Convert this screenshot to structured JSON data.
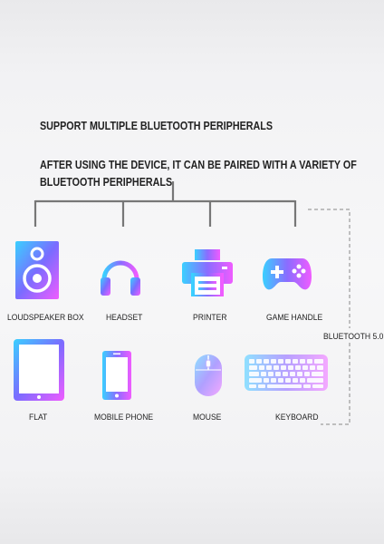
{
  "heading": "SUPPORT MULTIPLE BLUETOOTH PERIPHERALS",
  "description_line1": "AFTER USING THE DEVICE, IT CAN BE PAIRED WITH A VARIETY OF",
  "description_line2": "BLUETOOTH PERIPHERALS",
  "bluetooth_label": "BLUETOOTH 5.0",
  "devices": [
    {
      "label": "LOUDSPEAKER BOX",
      "icon": "loudspeaker-icon"
    },
    {
      "label": "HEADSET",
      "icon": "headset-icon"
    },
    {
      "label": "PRINTER",
      "icon": "printer-icon"
    },
    {
      "label": "GAME HANDLE",
      "icon": "gamepad-icon"
    },
    {
      "label": "FLAT",
      "icon": "tablet-icon"
    },
    {
      "label": "MOBILE PHONE",
      "icon": "phone-icon"
    },
    {
      "label": "MOUSE",
      "icon": "mouse-icon"
    },
    {
      "label": "KEYBOARD",
      "icon": "keyboard-icon"
    }
  ],
  "colors": {
    "gradient_start": "#3ad0ff",
    "gradient_mid": "#7a6cff",
    "gradient_end": "#f05cff",
    "tree_line": "#777777",
    "dash_line": "#888888"
  }
}
